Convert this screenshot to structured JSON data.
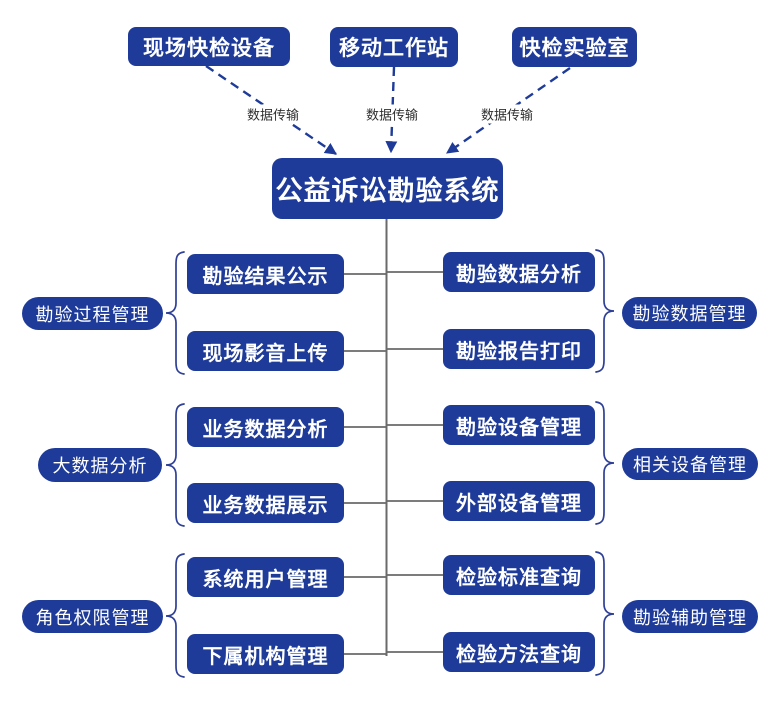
{
  "system": {
    "title": "公益诉讼勘验系统"
  },
  "sources": [
    {
      "label": "现场快检设备",
      "arrow_label": "数据传输"
    },
    {
      "label": "移动工作站",
      "arrow_label": "数据传输"
    },
    {
      "label": "快检实验室",
      "arrow_label": "数据传输"
    }
  ],
  "groups": [
    {
      "side": "left",
      "label": "勘验过程管理",
      "children": [
        "勘验结果公示",
        "现场影音上传"
      ]
    },
    {
      "side": "right",
      "label": "勘验数据管理",
      "children": [
        "勘验数据分析",
        "勘验报告打印"
      ]
    },
    {
      "side": "left",
      "label": "大数据分析",
      "children": [
        "业务数据分析",
        "业务数据展示"
      ]
    },
    {
      "side": "right",
      "label": "相关设备管理",
      "children": [
        "勘验设备管理",
        "外部设备管理"
      ]
    },
    {
      "side": "left",
      "label": "角色权限管理",
      "children": [
        "系统用户管理",
        "下属机构管理"
      ]
    },
    {
      "side": "right",
      "label": "勘验辅助管理",
      "children": [
        "检验标准查询",
        "检验方法查询"
      ]
    }
  ],
  "colors": {
    "primary": "#1e3b99",
    "connector_gray": "#6a6a6a",
    "arrow_blue": "#1e3b99",
    "brace_blue": "#2e3f96",
    "arrow_label_text": "#2e2e2e"
  }
}
